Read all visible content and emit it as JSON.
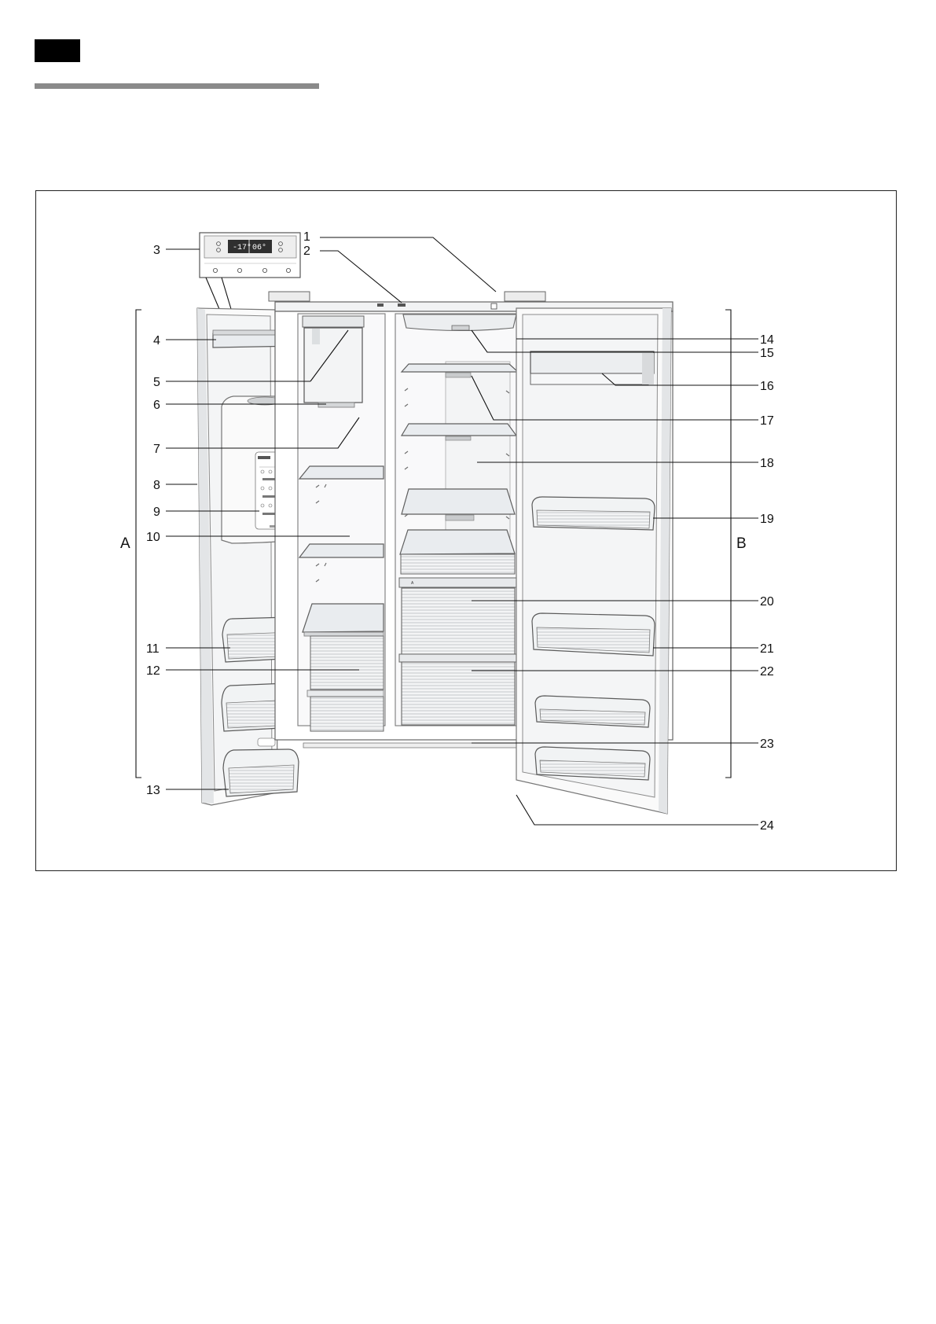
{
  "header": {
    "tab_color": "#000000",
    "rule_color": "#8a8a8a"
  },
  "figure": {
    "callouts": {
      "c1": "1",
      "c2": "2",
      "c3": "3",
      "c4": "4",
      "c5": "5",
      "c6": "6",
      "c7": "7",
      "c8": "8",
      "c9": "9",
      "c10": "10",
      "c11": "11",
      "c12": "12",
      "c13": "13",
      "c14": "14",
      "c15": "15",
      "c16": "16",
      "c17": "17",
      "c18": "18",
      "c19": "19",
      "c20": "20",
      "c21": "21",
      "c22": "22",
      "c23": "23",
      "c24": "24"
    },
    "sections": {
      "a": "A",
      "b": "B"
    },
    "display": {
      "freezer": "-17°",
      "fridge": "06°"
    }
  }
}
